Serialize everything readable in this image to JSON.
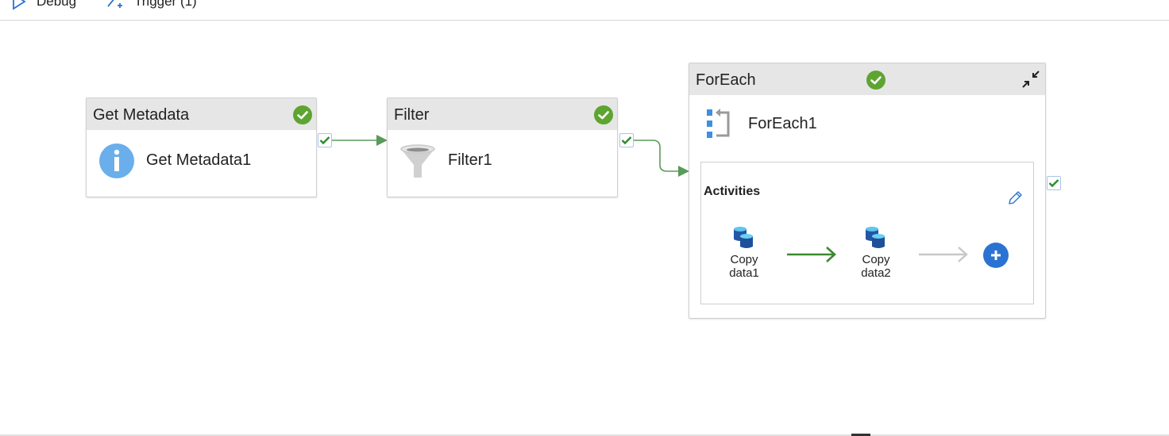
{
  "toolbar": {
    "debug_label": "Debug",
    "trigger_label": "Trigger (1)"
  },
  "colors": {
    "success_green": "#5ea431",
    "connector_green": "#5a9a5a",
    "accent_blue": "#2b73d2",
    "header_gray": "#e6e6e6",
    "inactive_arrow": "#c8c8c8"
  },
  "pipeline": {
    "nodes": [
      {
        "type": "Get Metadata",
        "name": "Get Metadata1",
        "icon": "info-icon",
        "status": "succeeded"
      },
      {
        "type": "Filter",
        "name": "Filter1",
        "icon": "funnel-icon",
        "status": "succeeded"
      },
      {
        "type": "ForEach",
        "name": "ForEach1",
        "icon": "foreach-icon",
        "status": "succeeded",
        "collapse_icon": "collapse-icon",
        "inner": {
          "title": "Activities",
          "edit_icon": "pencil-icon",
          "activities": [
            {
              "line1": "Copy",
              "line2": "data1",
              "icon": "copy-data-icon"
            },
            {
              "line1": "Copy",
              "line2": "data2",
              "icon": "copy-data-icon"
            }
          ],
          "add_icon": "plus-icon"
        }
      }
    ],
    "connections": [
      {
        "from": "Get Metadata1",
        "to": "Filter1",
        "condition": "success"
      },
      {
        "from": "Filter1",
        "to": "ForEach1",
        "condition": "success"
      }
    ]
  }
}
